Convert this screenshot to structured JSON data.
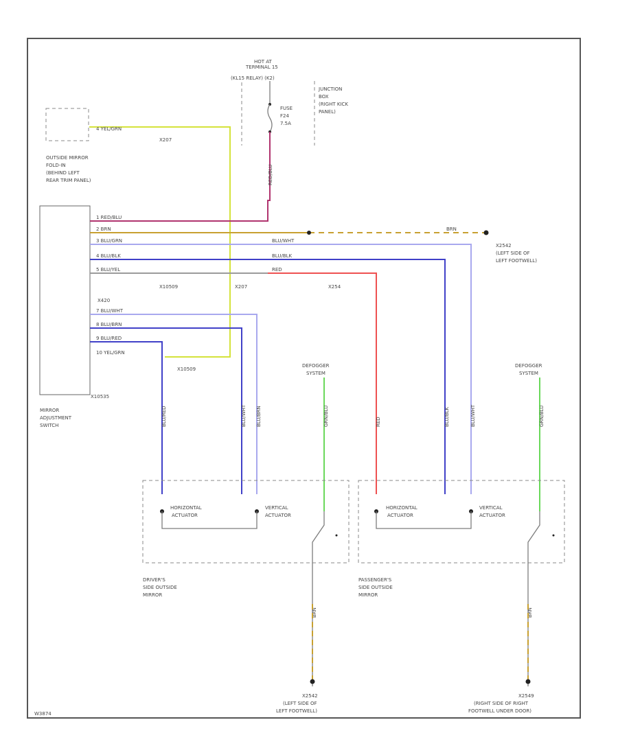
{
  "labels": {
    "hot_at": "HOT AT",
    "terminal": "TERMINAL 15",
    "relay": "(KL15 RELAY) (K2)",
    "junction_1": "JUNCTION",
    "junction_2": "BOX",
    "junction_3": "(RIGHT KICK",
    "junction_4": "PANEL)",
    "fuse_1": "FUSE",
    "fuse_2": "F24",
    "fuse_3": "7.5A",
    "fold_1": "OUTSIDE MIRROR",
    "fold_2": "FOLD-IN",
    "fold_3": "(BEHIND LEFT",
    "fold_4": "REAR TRIM PANEL)",
    "mirror_switch_1": "MIRROR",
    "mirror_switch_2": "ADJUSTMENT",
    "mirror_switch_3": "SWITCH",
    "x10535": "X10535",
    "x10509_a": "X10509",
    "x10509_b": "X10509",
    "x207_a": "X207",
    "x207_b": "X207",
    "x254": "X254",
    "x420": "X420",
    "x2542": "X2542",
    "left_foot_1": "X2542",
    "left_foot_2": "(LEFT SIDE OF",
    "left_foot_3": "LEFT FOOTWELL)",
    "defogger_l_1": "DEFOGGER",
    "defogger_l_2": "SYSTEM",
    "defogger_r_1": "DEFOGGER",
    "defogger_r_2": "SYSTEM",
    "horiz_l_1": "HORIZONTAL",
    "horiz_l_2": "ACTUATOR",
    "vert_l_1": "VERTICAL",
    "vert_l_2": "ACTUATOR",
    "horiz_r_1": "HORIZONTAL",
    "horiz_r_2": "ACTUATOR",
    "vert_r_1": "VERTICAL",
    "vert_r_2": "ACTUATOR",
    "driver_1": "DRIVER'S",
    "driver_2": "SIDE OUTSIDE",
    "driver_3": "MIRROR",
    "pass_1": "PASSENGER'S",
    "pass_2": "SIDE OUTSIDE",
    "pass_3": "MIRROR",
    "gl_1": "X2542",
    "gl_2": "(LEFT SIDE OF",
    "gl_3": "LEFT FOOTWELL)",
    "gr_1": "X2549",
    "gr_2": "(RIGHT SIDE OF RIGHT",
    "gr_3": "FOOTWELL UNDER DOOR)",
    "footer": "W3874",
    "w_fold_yel": "4  YEL/GRN",
    "w_top_red": "1  RED/BLU",
    "w_top_brn": "2  BRN",
    "w_top_blk": "3  BLU/GRN",
    "w_top_blu": "4  BLU/BLK",
    "w_top_gry": "5  BLU/YEL",
    "w_right_red1": "BLU/WHT",
    "w_right_red2": "BLU/BLK",
    "w_right_red3": "RED",
    "w_mid_1": "7  BLU/WHT",
    "w_mid_2": "8  BLU/BRN",
    "w_mid_3": "9  BLU/RED",
    "w_mid_4": "10  YEL/GRN",
    "w_v_red": "RED/BLU",
    "w_brn": "BRN",
    "w_v_defl": "GRN/BLU",
    "w_v_defr": "GRN/BLU",
    "w_v_red2": "RED",
    "w_v_blu1": "BLU/RED",
    "w_v_blu2": "BLU/WHT",
    "w_v_blu3": "BLU/BRN",
    "w_v_blu4": "BLU/BLK",
    "w_v_blu5": "BLU/WHT",
    "w_v_brnl": "BRN",
    "w_v_brnr": "BRN"
  },
  "colors": {
    "frame": "#555555",
    "yellow": "#d4e23a",
    "red_violet": "#b0336e",
    "brown": "#c8a030",
    "light_blue": "#a8a8ee",
    "blue": "#4040c8",
    "gray": "#9a9a9a",
    "red": "#ee5050",
    "green": "#6ad85a"
  }
}
